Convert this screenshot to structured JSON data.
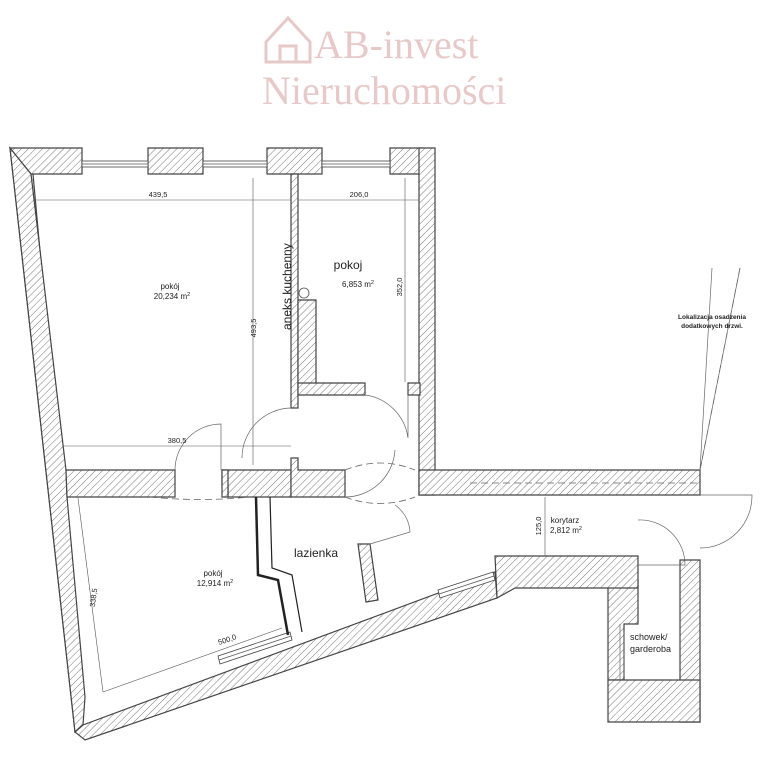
{
  "watermark": {
    "brand": "AB-invest",
    "subtitle": "Nieruchomości"
  },
  "rooms": {
    "living": {
      "name": "pokój",
      "area": "20,234 m",
      "sup": "2"
    },
    "kitchen": {
      "name": "aneks kuchenny"
    },
    "small_room": {
      "name": "pokoj",
      "area": "6,853 m",
      "sup": "2"
    },
    "bedroom": {
      "name": "pokój",
      "area": "12,914 m",
      "sup": "2"
    },
    "bathroom": {
      "name": "lazienka"
    },
    "corridor": {
      "name": "korytarz",
      "area": "2,812 m",
      "sup": "2"
    },
    "storage": {
      "line1": "schowek/",
      "line2": "garderoba"
    }
  },
  "dimensions": {
    "living_width_top": "439,5",
    "small_room_width": "206,0",
    "small_room_height": "352,0",
    "living_height": "493,5",
    "living_width_bottom": "380,5",
    "bedroom_height": "338,5",
    "bedroom_width": "500,0",
    "corridor_height": "125,0"
  },
  "note": {
    "line1": "Lokalizacja osadzenia",
    "line2": "dodatkowych drzwi."
  },
  "colors": {
    "watermark": "#e7c9c9",
    "wall_hatch": "#777777",
    "background": "#ffffff"
  }
}
